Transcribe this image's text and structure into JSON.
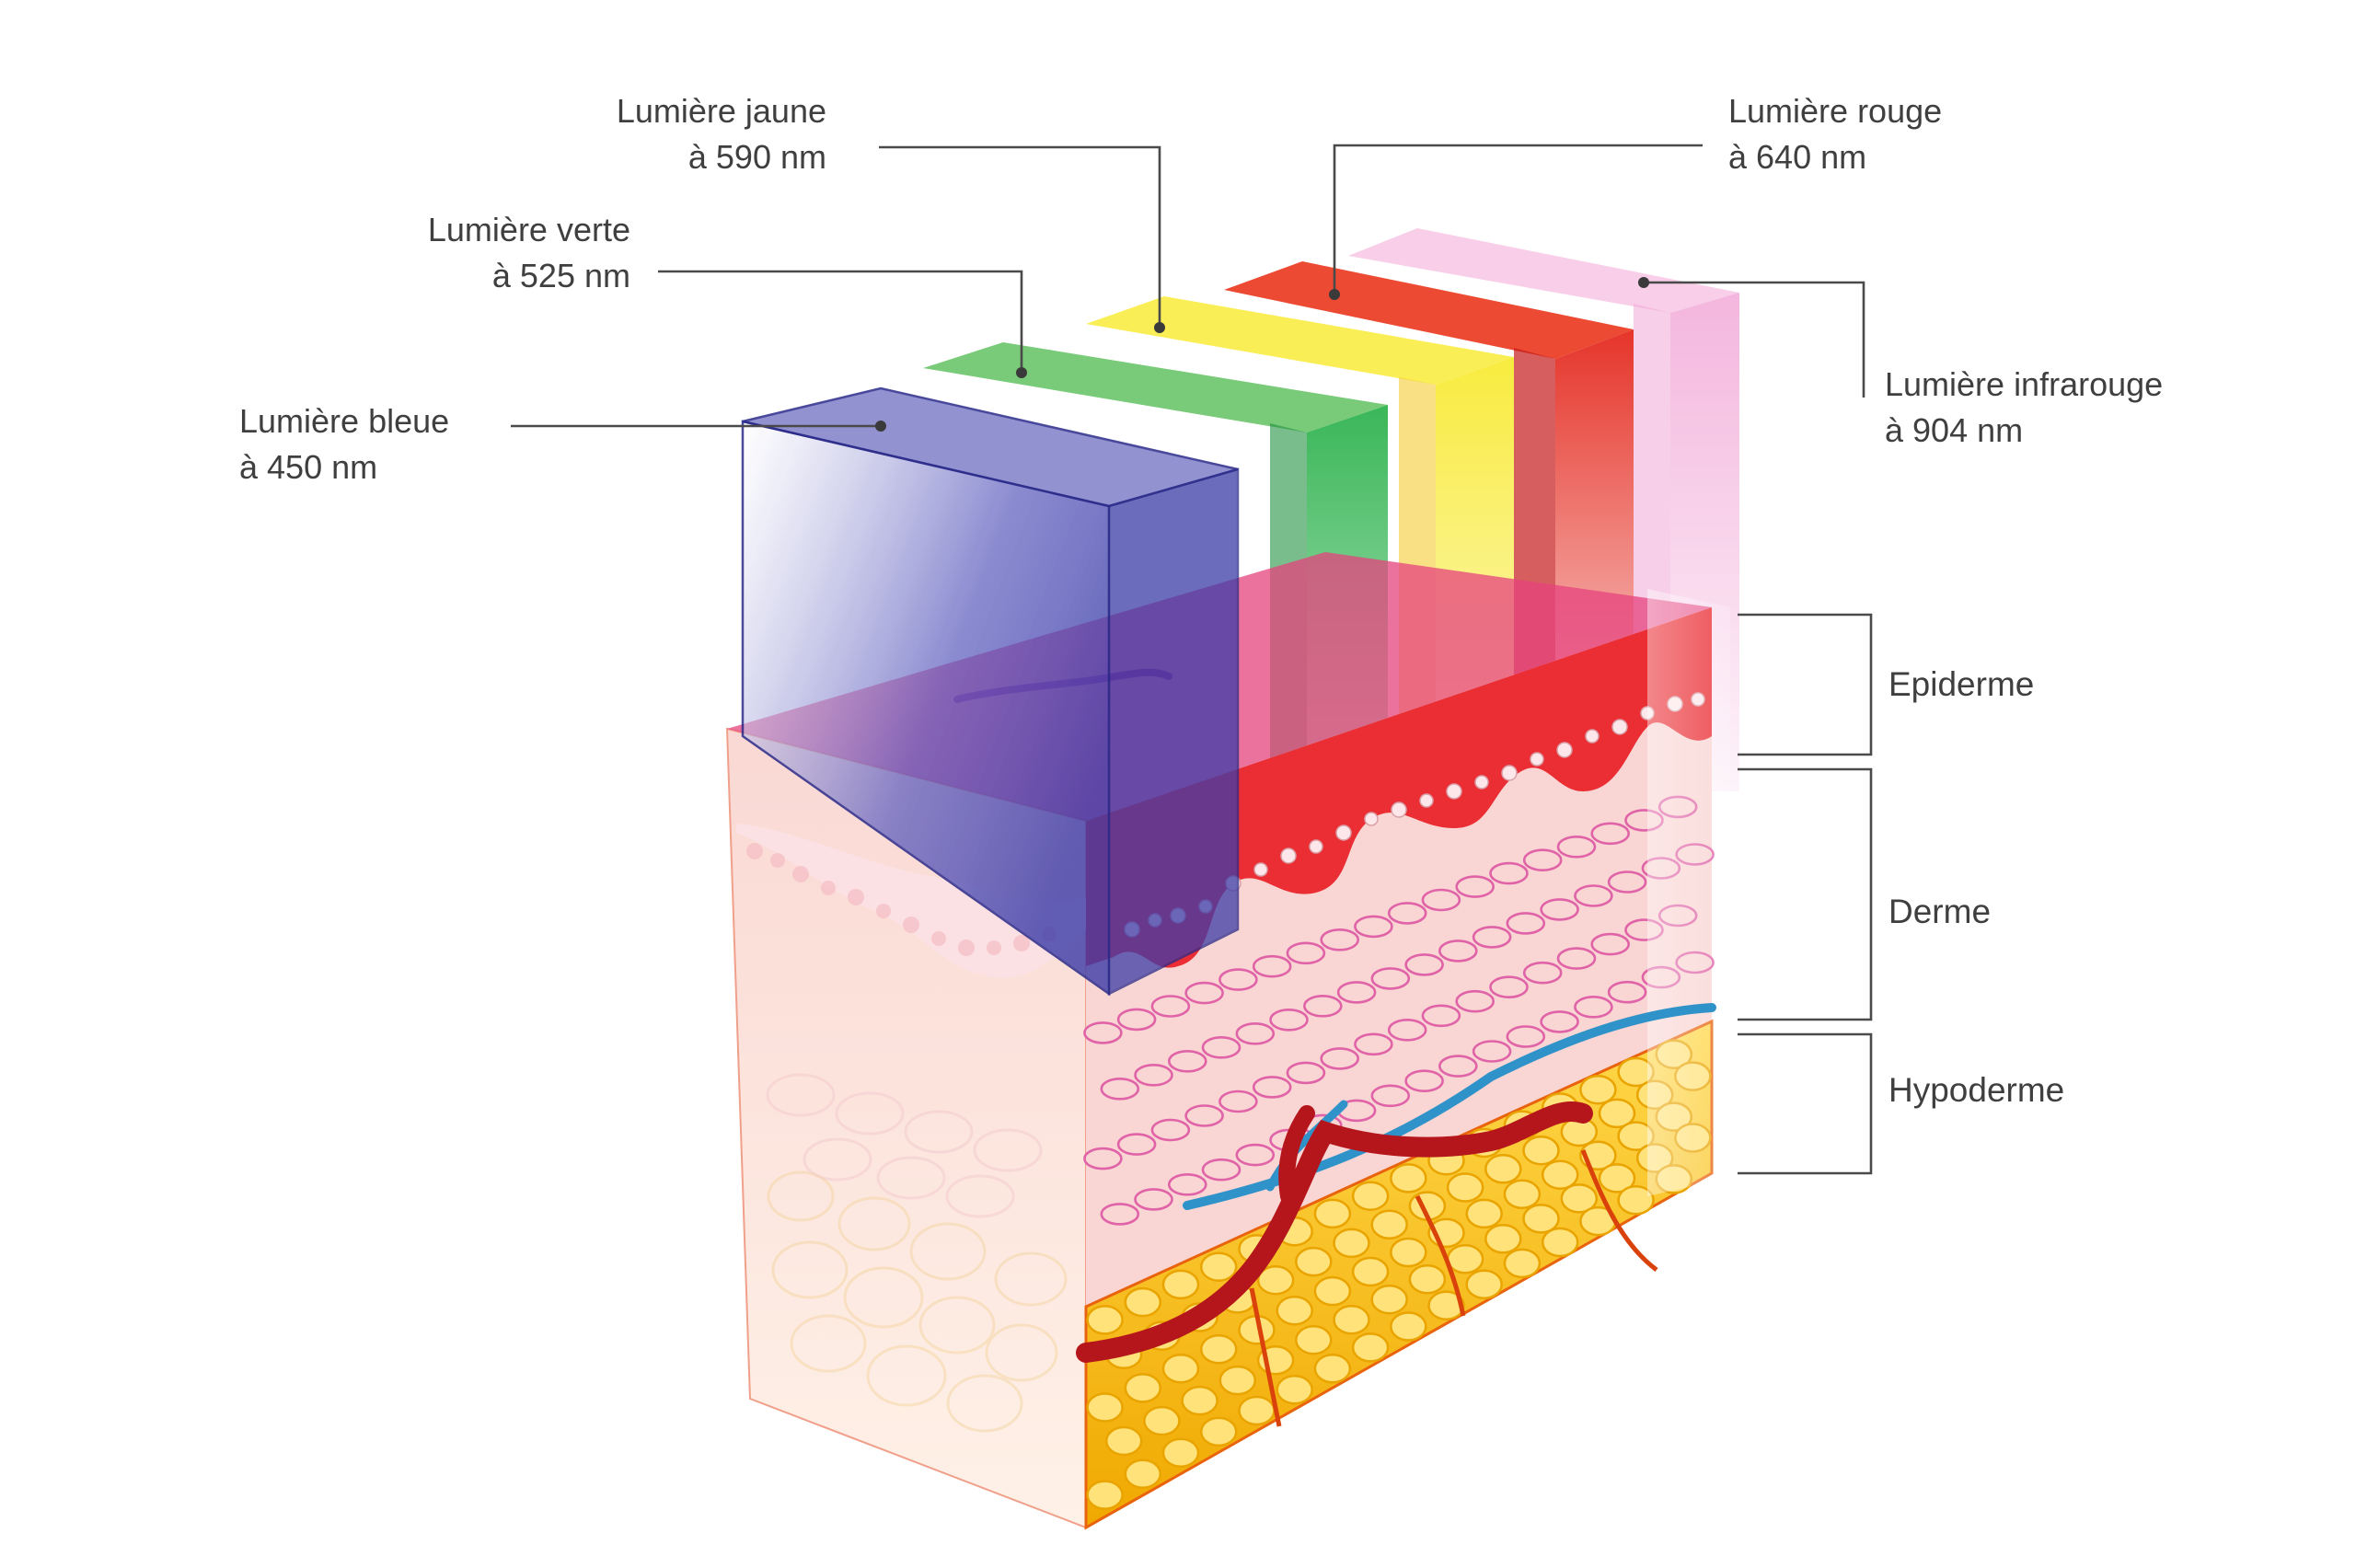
{
  "callouts": {
    "blue": {
      "line1": "Lumière bleue",
      "line2": "à 450 nm",
      "color": "#4a4ab0"
    },
    "green": {
      "line1": "Lumière verte",
      "line2": "à 525 nm",
      "color": "#27a84a"
    },
    "yellow": {
      "line1": "Lumière jaune",
      "line2": "à 590 nm",
      "color": "#f4e21e"
    },
    "red": {
      "line1": "Lumière rouge",
      "line2": "à 640 nm",
      "color": "#e3261c"
    },
    "infrared": {
      "line1": "Lumière infrarouge",
      "line2": "à 904 nm",
      "color": "#f2a6d6"
    }
  },
  "layers": {
    "epidermis": "Epiderme",
    "dermis": "Derme",
    "hypodermis": "Hypoderme"
  },
  "colors": {
    "fat": "#f6c21e",
    "vessel_red": "#b5161b",
    "vessel_blue": "#2f93c9",
    "skin_pink": "#f7c8c4"
  },
  "icons": [
    "skin-block",
    "light-beam-blue",
    "light-beam-green",
    "light-beam-yellow",
    "light-beam-red",
    "light-beam-infrared",
    "blood-vessel",
    "vein",
    "fat-cells"
  ]
}
